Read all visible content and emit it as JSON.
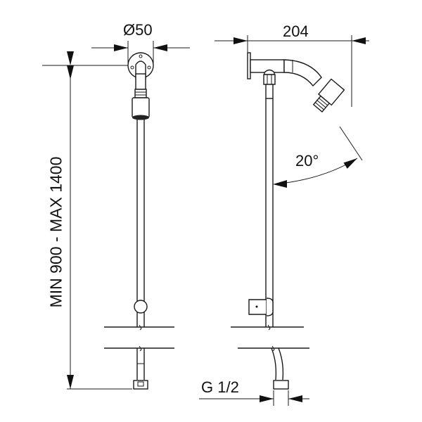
{
  "dimensions": {
    "diameter": "Ø50",
    "projection": "204",
    "angle": "20°",
    "height_range": "MIN 900 - MAX 1400",
    "thread": "G 1/2"
  }
}
